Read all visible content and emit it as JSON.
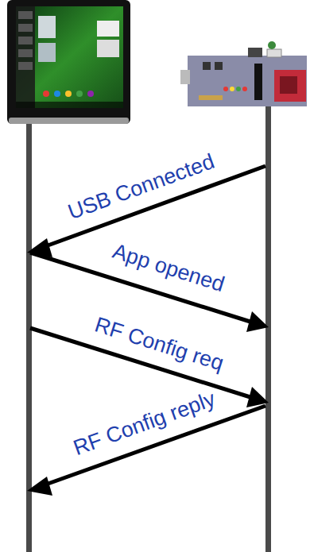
{
  "diagram": {
    "labels": [
      "USB Connected",
      "App opened",
      "RF Config req",
      "RF Config reply"
    ]
  }
}
